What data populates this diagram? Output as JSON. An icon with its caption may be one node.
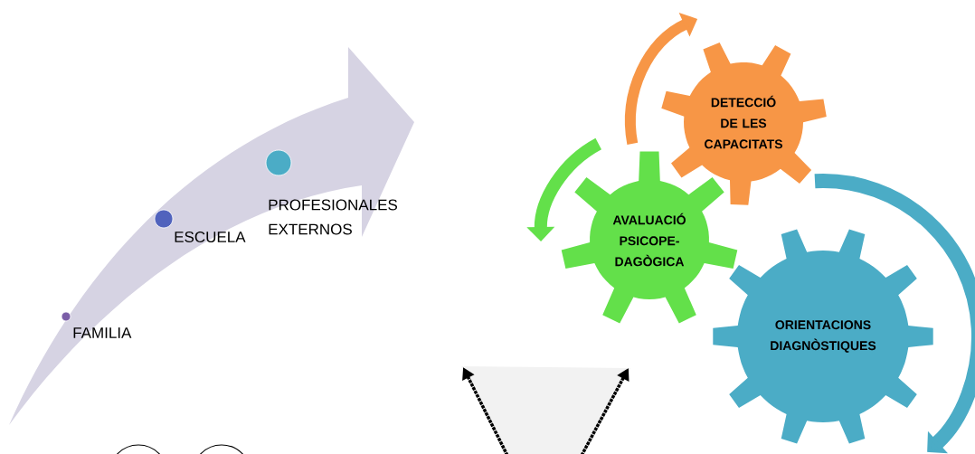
{
  "diagram": {
    "nodes": [
      {
        "text": [],
        "shape": "arrow"
      },
      {
        "text": [],
        "shape": "circle",
        "in": 0,
        "beside": [
          "FAMILIA"
        ]
      },
      {
        "text": [],
        "shape": "circle",
        "in": 0,
        "beside": [
          "ESCUELA"
        ]
      },
      {
        "text": [],
        "shape": "circle",
        "in": 0,
        "beside": [
          "PROFESIONALES EXTERNOS"
        ]
      },
      {
        "text": [
          "DETECCIÓ DE LES CAPACITATS"
        ]
      },
      {
        "text": [
          "AVALUACIÓ PSICOPE-DAGÒGICA"
        ]
      },
      {
        "text": [
          "ORIENTACIONS DIAGNÒSTIQUES"
        ]
      },
      {
        "text": [],
        "shape": "box"
      },
      {
        "text": [],
        "shape": "circle"
      },
      {
        "text": [],
        "shape": "circle"
      }
    ],
    "edges": [
      {
        "from": 7,
        "to": null,
        "arrow": "to",
        "style": "dashed"
      },
      {
        "from": 7,
        "to": null,
        "arrow": "to",
        "style": "dashed"
      }
    ]
  }
}
